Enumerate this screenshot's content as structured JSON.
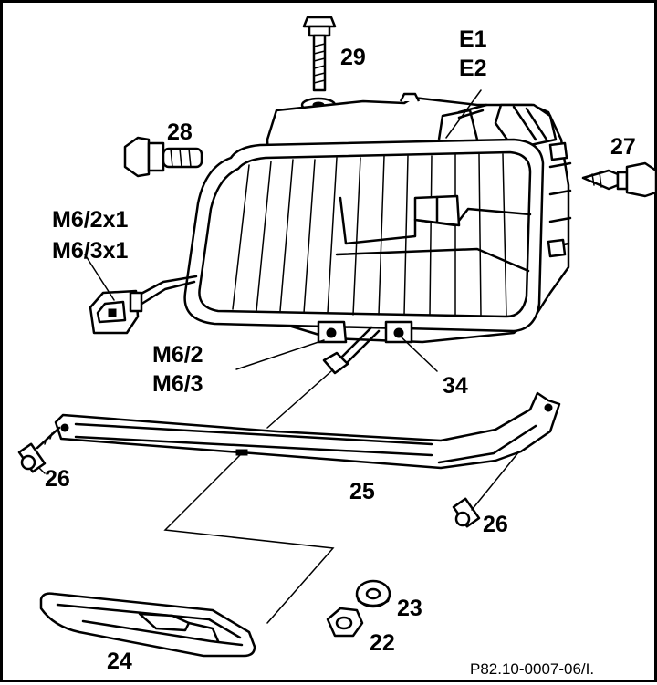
{
  "labels": {
    "l29": "29",
    "le1": "E1",
    "le2": "E2",
    "l28": "28",
    "l27": "27",
    "lm621": "M6/2x1",
    "lm631": "M6/3x1",
    "lm62": "M6/2",
    "lm63": "M6/3",
    "l34": "34",
    "l26a": "26",
    "l25": "25",
    "l26b": "26",
    "l23": "23",
    "l22": "22",
    "l24": "24"
  },
  "reference": "P82.10-0007-06/I.",
  "colors": {
    "ink": "#000000",
    "paper": "#ffffff"
  }
}
